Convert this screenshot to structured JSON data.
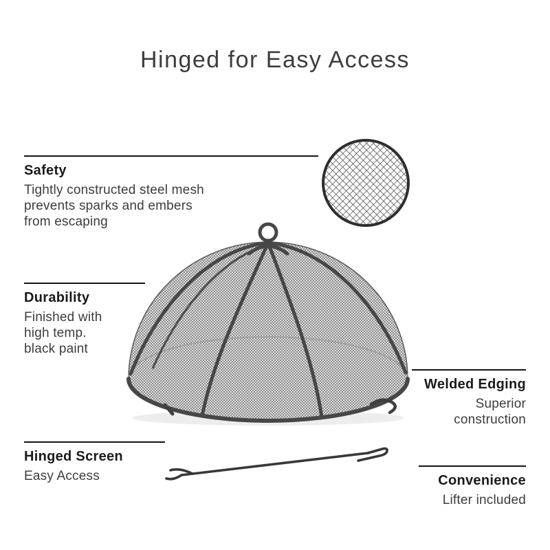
{
  "page": {
    "title": "Hinged for Easy Access",
    "background": "#ffffff"
  },
  "callouts": [
    {
      "id": "safety",
      "heading": "Safety",
      "lines": [
        "Tightly constructed steel mesh",
        "prevents sparks and embers",
        "from escaping"
      ],
      "side": "left"
    },
    {
      "id": "durability",
      "heading": "Durability",
      "lines": [
        "Finished with",
        "high temp.",
        "black paint"
      ],
      "side": "left"
    },
    {
      "id": "welded-edging",
      "heading": "Welded Edging",
      "lines": [
        "Superior",
        "construction"
      ],
      "side": "right"
    },
    {
      "id": "hinged-screen",
      "heading": "Hinged Screen",
      "lines": [
        "Easy Access"
      ],
      "side": "left"
    },
    {
      "id": "convenience",
      "heading": "Convenience",
      "lines": [
        "Lifter included"
      ],
      "side": "right"
    }
  ],
  "colors": {
    "heading_text": "#1a1a1a",
    "body_text": "#3c3c3c",
    "pointer_line": "#141414",
    "frame_metal": "#474747",
    "mesh_line": "#6f6f6f",
    "background": "#ffffff"
  }
}
